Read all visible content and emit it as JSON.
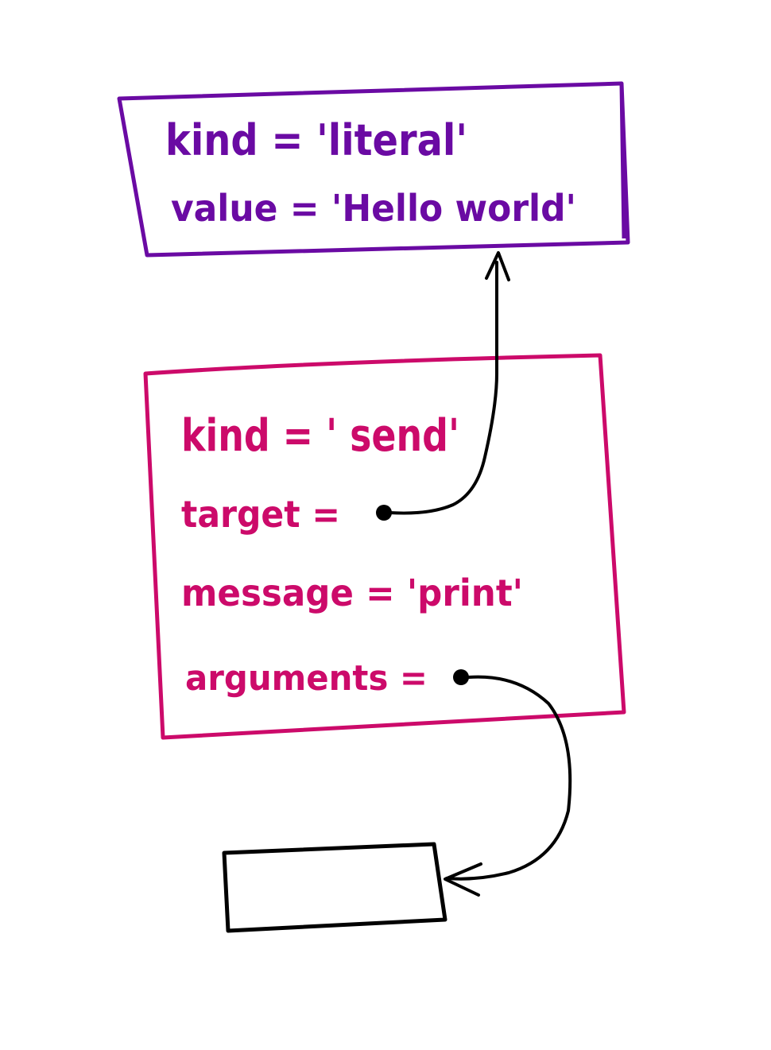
{
  "colors": {
    "literal_box": "#6a0aa3",
    "send_box": "#cc0a6a",
    "arrows": "#000000"
  },
  "literal_node": {
    "kind_row": "kind = 'literal'",
    "value_row": "value = 'Hello world'"
  },
  "send_node": {
    "kind_row": "kind = ' send'",
    "target_row": "target =",
    "message_row": "message = 'print'",
    "arguments_row": "arguments ="
  }
}
